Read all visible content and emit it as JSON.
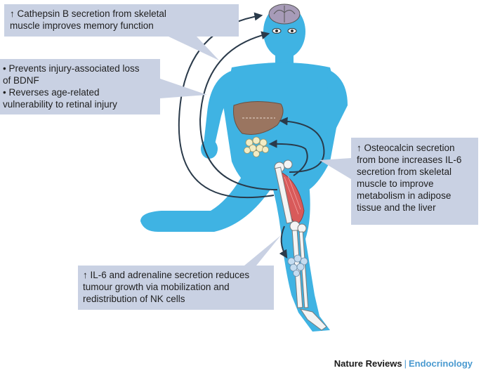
{
  "callouts": {
    "brain_memory": {
      "lines": [
        "↑ Cathepsin B secretion from skeletal",
        "muscle improves memory function"
      ]
    },
    "eye_bdnf": {
      "bullets": [
        {
          "lines": [
            "• Prevents injury-associated loss",
            "   of BDNF"
          ]
        },
        {
          "lines": [
            "• Reverses age-related",
            "   vulnerability to retinal injury"
          ]
        }
      ]
    },
    "osteocalcin": {
      "lines": [
        "↑ Osteocalcin secretion",
        "from bone increases IL-6",
        "secretion from skeletal",
        "muscle to improve",
        "metabolism in adipose",
        "tissue and the liver"
      ]
    },
    "il6_nk": {
      "lines": [
        "↑ IL-6 and adrenaline secretion reduces",
        "tumour growth via mobilization and",
        "redistribution of NK cells"
      ]
    }
  },
  "footer": {
    "publisher": "Nature Reviews",
    "separator": "|",
    "journal": "Endocrinology"
  },
  "colors": {
    "body": "#3fb3e3",
    "callout_bg": "#c9d1e3",
    "liver": "#9a7560",
    "fat": "#f2ecc4",
    "muscle": "#d85a5a",
    "bone": "#f4f4f4",
    "arrow": "#2a3a4a",
    "footer_accent": "#4a9ad0"
  }
}
